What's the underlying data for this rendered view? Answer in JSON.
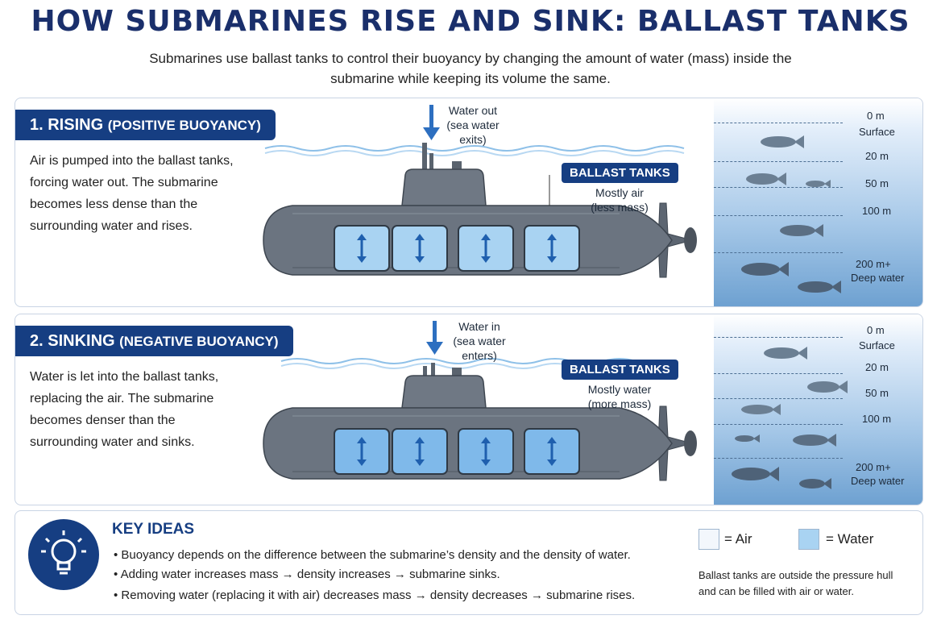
{
  "title": "HOW SUBMARINES RISE AND SINK: BALLAST TANKS",
  "subtitle": "Submarines use ballast tanks to control their buoyancy by changing the amount of water (mass) inside the submarine while keeping its volume the same.",
  "rising": {
    "header_main": "1. RISING",
    "header_sub": "(POSITIVE BUOYANCY)",
    "desc_lines": [
      "Air is pumped into the ballast tanks,",
      "forcing water out. The submarine",
      "becomes less dense than the",
      "surrounding water and rises."
    ],
    "arrow_lines": [
      "Water out",
      "(sea water",
      "exits)"
    ],
    "tank_tag": "BALLAST TANKS",
    "tank_lines": [
      "Mostly air",
      "(less mass)"
    ]
  },
  "sinking": {
    "header_main": "2. SINKING",
    "header_sub": "(NEGATIVE BUOYANCY)",
    "desc_lines": [
      "Water is let into the ballast tanks,",
      "replacing the air. The submarine",
      "becomes denser than the",
      "surrounding water and sinks."
    ],
    "arrow_lines": [
      "Water in",
      "(sea water",
      "enters)"
    ],
    "tank_tag": "BALLAST TANKS",
    "tank_lines": [
      "Mostly water",
      "(more mass)"
    ]
  },
  "depth_scale": {
    "d0": "0 m",
    "surface": "Surface",
    "d20": "20 m",
    "d50": "50 m",
    "d100": "100 m",
    "d200": "200 m+",
    "deep": "Deep water"
  },
  "key_ideas": {
    "heading": "KEY IDEAS",
    "items": [
      "Buoyancy depends on the difference between the submarine’s density and the density of water.",
      "Adding water increases mass → density increases → submarine sinks.",
      "Removing water (replacing it with air) decreases mass → density decreases → submarine rises."
    ],
    "legend_air": "= Air",
    "legend_water": "= Water",
    "note_lines": [
      "Ballast tanks are outside the pressure hull",
      "and can be filled with air or water."
    ]
  },
  "colors": {
    "navy": "#163e82",
    "air": "#f3f7fc",
    "water": "#a9d3f2",
    "hull": "#6b7480"
  },
  "icons": [
    "arrow-down-icon",
    "fish-icon",
    "lightbulb-icon"
  ]
}
